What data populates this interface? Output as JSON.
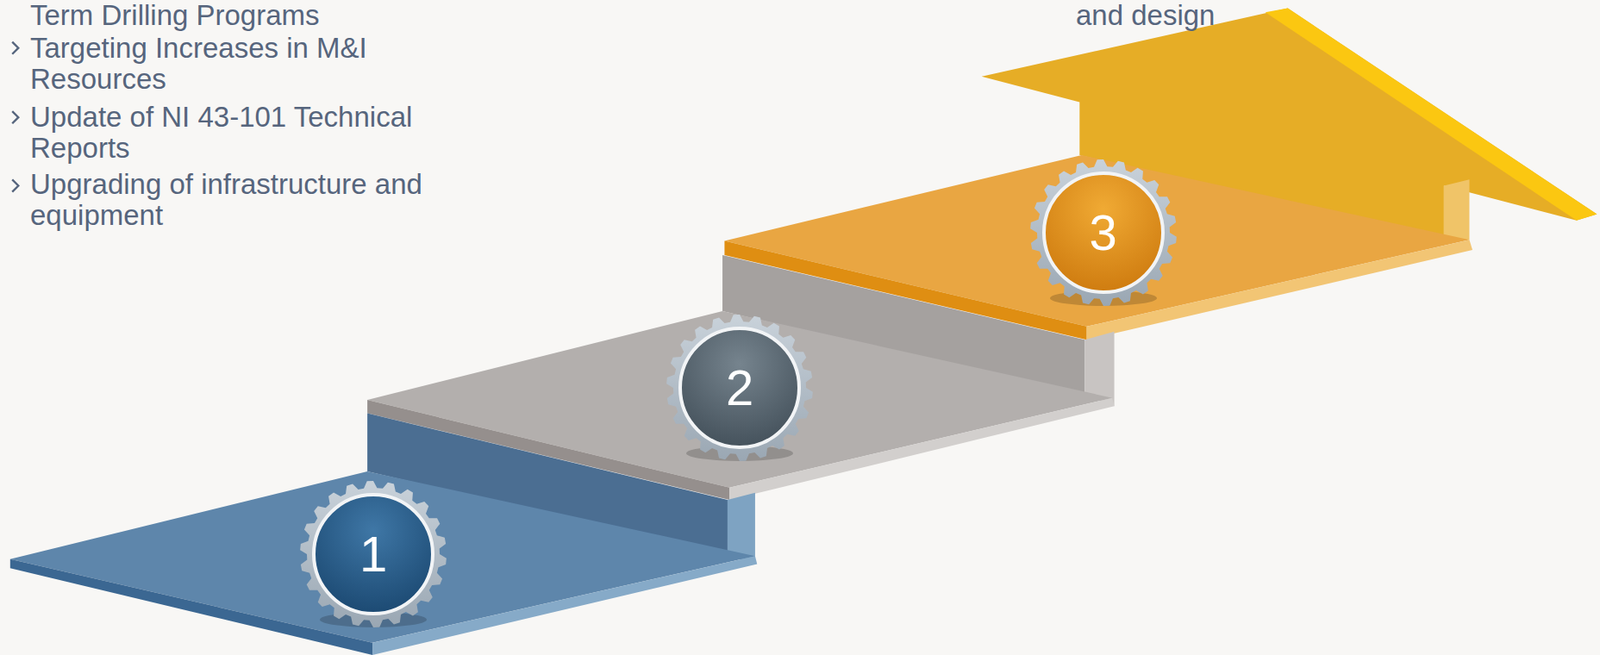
{
  "diagram": {
    "nodes": [
      {
        "text": [
          "1"
        ]
      },
      {
        "text": [
          "2"
        ]
      },
      {
        "text": [
          "3"
        ]
      }
    ],
    "labels": [
      "Term Drilling Programs",
      "Targeting Increases in M&I Resources",
      "Update of NI 43-101 Technical Reports",
      "Upgrading of infrastructure and equipment",
      "and design"
    ]
  }
}
